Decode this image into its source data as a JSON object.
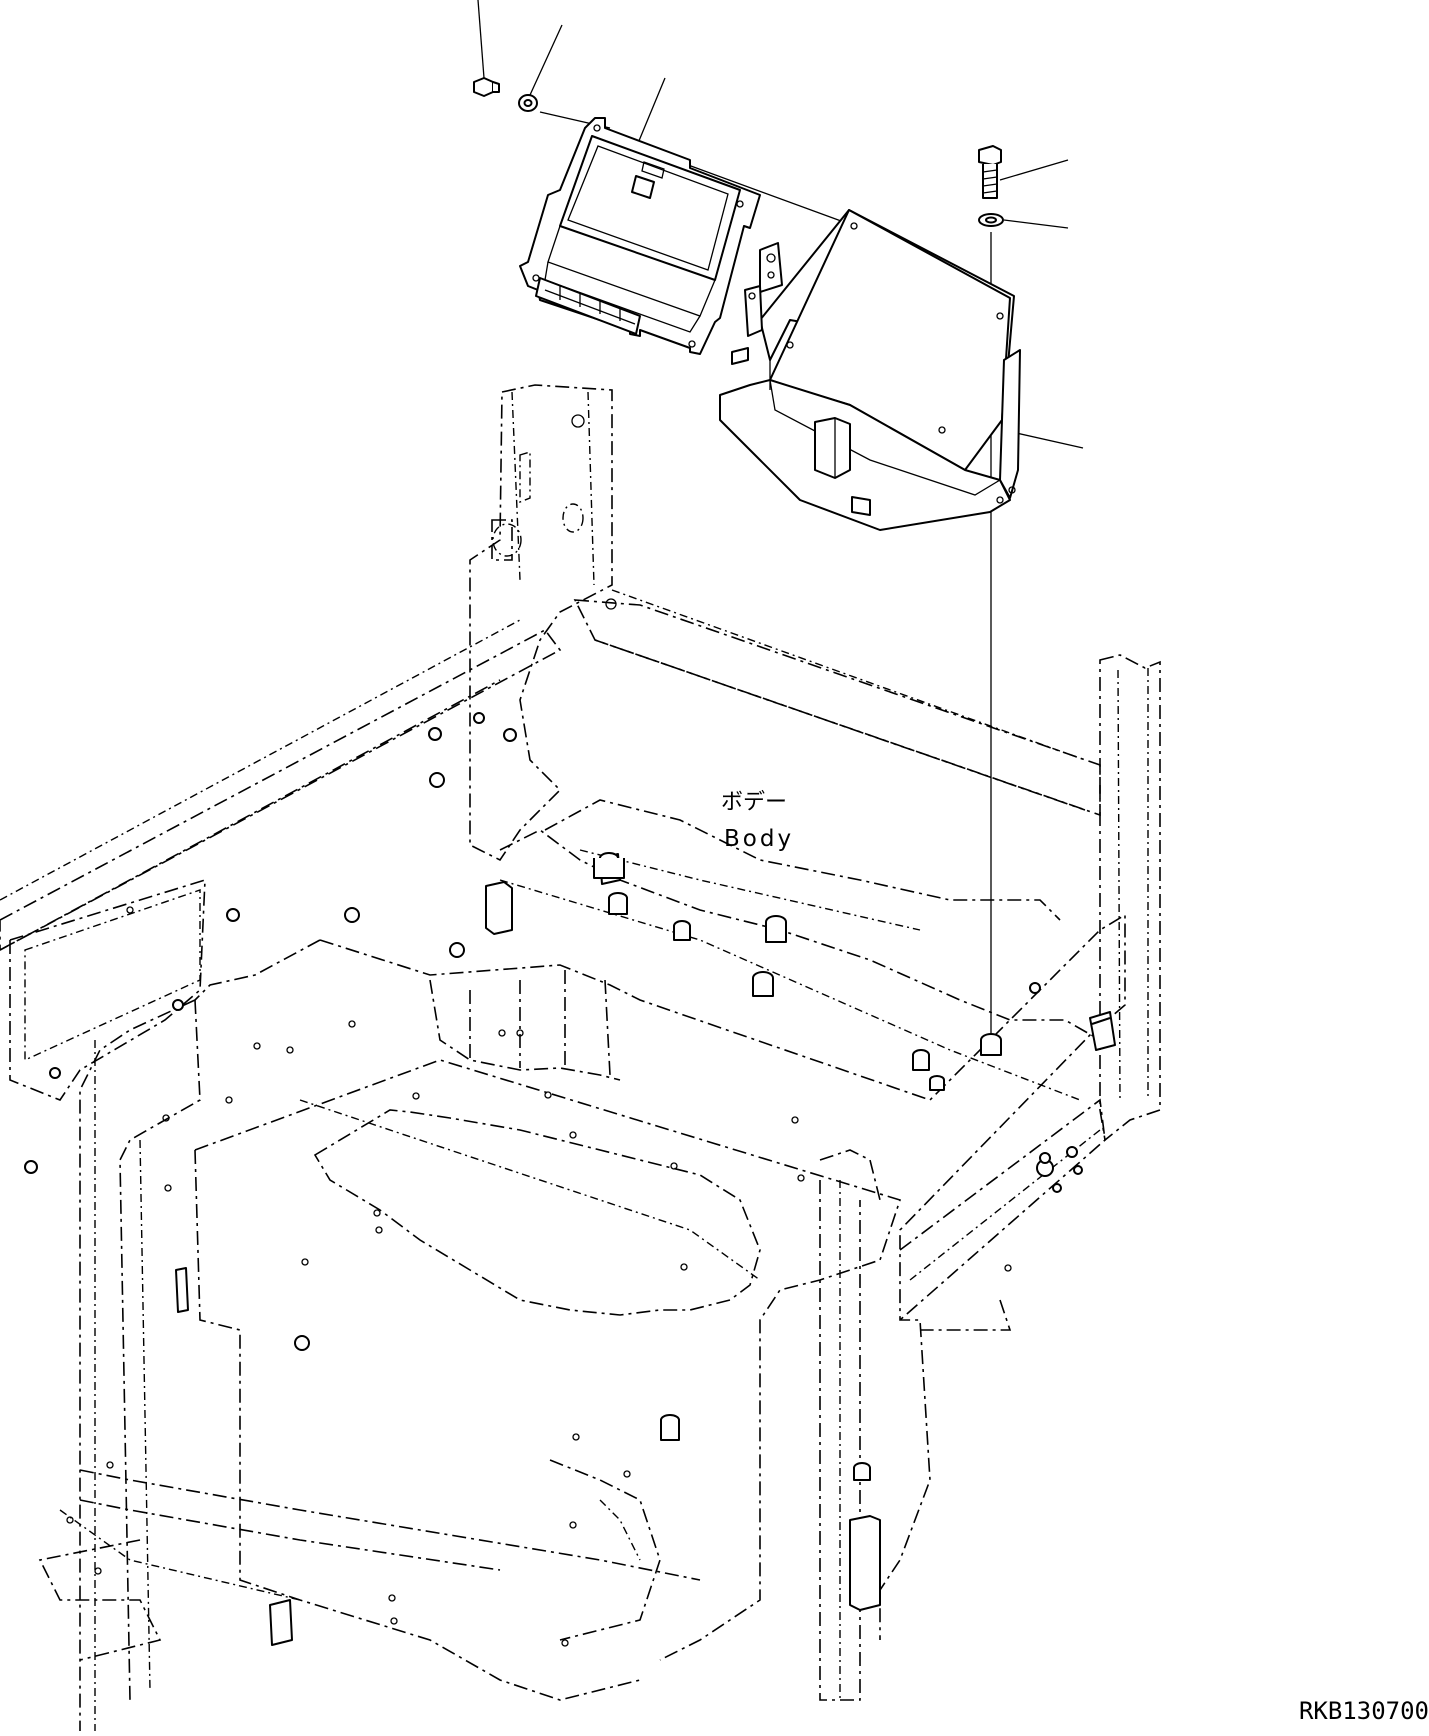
{
  "diagram": {
    "body_label_jp": "ボデー",
    "body_label_en": "Body",
    "drawing_code": "RKB130700"
  },
  "parts": [
    {
      "name": "nut",
      "icon": "nut-icon"
    },
    {
      "name": "washer",
      "icon": "washer-icon"
    },
    {
      "name": "controller",
      "icon": "controller-icon"
    },
    {
      "name": "bolt",
      "icon": "bolt-icon"
    },
    {
      "name": "washer",
      "icon": "washer-icon"
    },
    {
      "name": "bracket",
      "icon": "bracket-icon"
    }
  ]
}
